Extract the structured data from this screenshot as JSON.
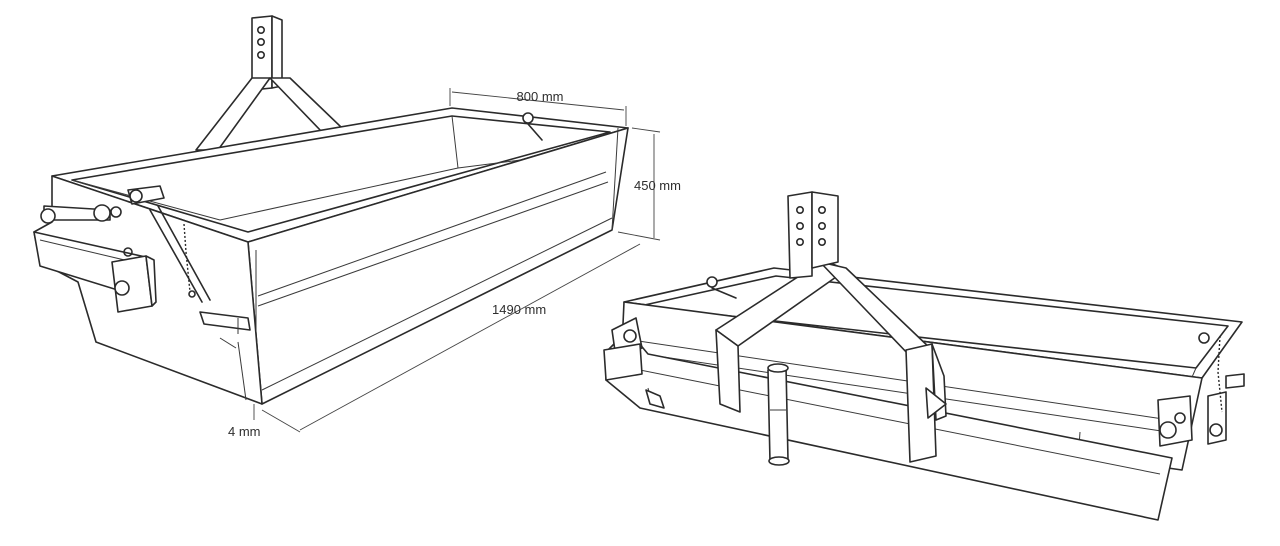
{
  "dimensions": {
    "width_label": "800 mm",
    "height_label": "450 mm",
    "length_label": "1490 mm",
    "thickness_label": "4 mm"
  }
}
